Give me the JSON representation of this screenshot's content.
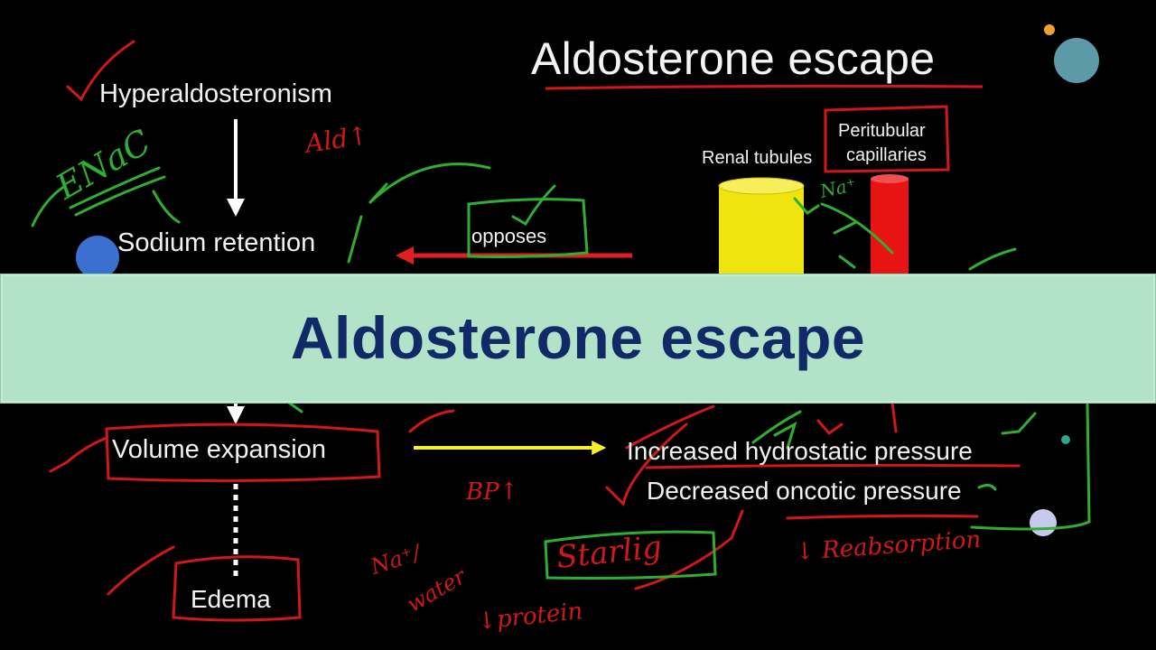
{
  "title": "Aldosterone escape",
  "banner": {
    "text": "Aldosterone escape"
  },
  "flow": {
    "hyperaldosteronism": "Hyperaldosteronism",
    "sodium_retention": "Sodium retention",
    "volume_expansion": "Volume expansion",
    "edema": "Edema",
    "opposes": "opposes"
  },
  "kidney": {
    "renal_tubules": "Renal tubules",
    "peritubular_line1": "Peritubular",
    "peritubular_line2": "capillaries",
    "tubule_color": "#f0e40e",
    "capillary_color": "#e81414"
  },
  "pressures": {
    "hydrostatic": "Increased hydrostatic pressure",
    "oncotic": "Decreased oncotic pressure"
  },
  "annotations": {
    "ald": "Ald↑",
    "enac": "ENaC",
    "na": "Na⁺",
    "bp": "BP↑",
    "na2": "Na⁺/",
    "water": "water",
    "protein": "↓protein",
    "starling": "Starlig",
    "reabsorption": "↓ Reabsorption"
  },
  "colors": {
    "background": "#000000",
    "banner_bg": "#b2e3c8",
    "banner_text": "#0f2a66",
    "pen_red": "#d01818",
    "pen_green": "#2fae2f",
    "arrow_red": "#e02020",
    "arrow_yellow": "#f5f02a"
  }
}
